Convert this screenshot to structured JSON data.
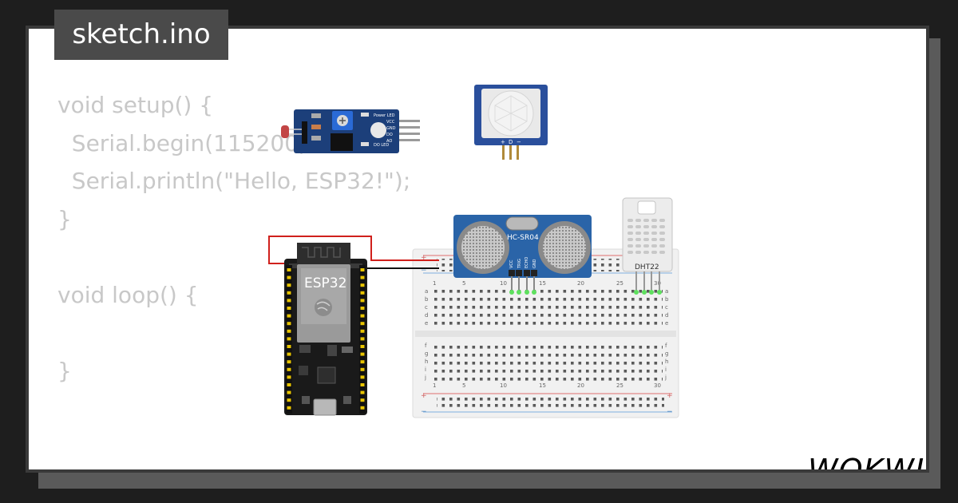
{
  "editor": {
    "tab_title": "sketch.ino",
    "code_lines": [
      "void setup() {",
      "  Serial.begin(115200);",
      "  Serial.println(\"Hello, ESP32!\");",
      "}",
      "",
      "void loop() {",
      "",
      "}"
    ]
  },
  "components": {
    "esp32_label": "ESP32",
    "ultrasonic_label": "HC-SR04",
    "ultrasonic_pins": [
      "VCC",
      "TRIG",
      "ECHO",
      "GND"
    ],
    "dht_label": "DHT22",
    "pir_pins": [
      "+",
      "D",
      "−"
    ],
    "ldr_pins": [
      "VCC",
      "GND",
      "DO",
      "AO"
    ],
    "ldr_side_labels": [
      "Power LED",
      "DO LED"
    ]
  },
  "breadboard": {
    "col_numbers": [
      "1",
      "5",
      "10",
      "15",
      "20",
      "25",
      "30"
    ],
    "rows_top": [
      "a",
      "b",
      "c",
      "d",
      "e"
    ],
    "rows_bottom": [
      "f",
      "g",
      "h",
      "i",
      "j"
    ]
  },
  "brand": {
    "logo_text": "WOKWI"
  },
  "colors": {
    "background": "#1e1e1e",
    "card": "#ffffff",
    "tab": "#4a4a4a",
    "code": "#c8c8c8",
    "module_blue": "#1c3f7a",
    "sensor_blue": "#2a64a8",
    "wire_red": "#d0201c",
    "pin_green": "#5ee05e"
  }
}
